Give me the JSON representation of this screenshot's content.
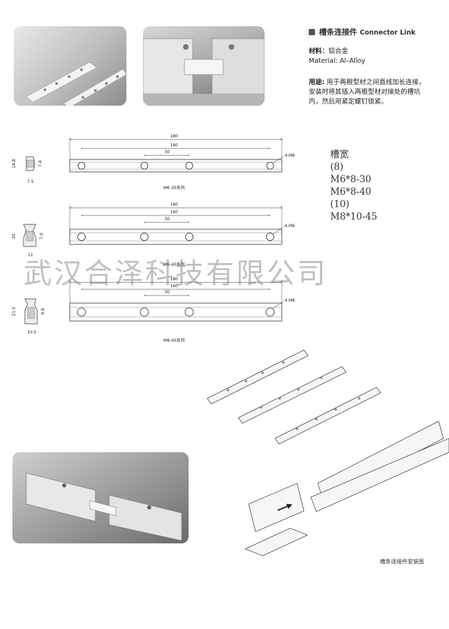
{
  "header": {
    "title_cn": "槽条连接件",
    "title_en": "Connector Link"
  },
  "material": {
    "label_cn": "材料：",
    "value_cn": "铝合金",
    "line_en": "Material: Al–Alloy"
  },
  "usage": {
    "label": "用途:",
    "line1": "用于两根型材之间直线加长连接，",
    "line2": "安装时将其插入两根型材对接处的槽坑",
    "line3": "内，然后用紧定螺钉锁紧。"
  },
  "specs": {
    "title": "槽宽",
    "items": [
      "(8)",
      "M6*8-30",
      "M6*8-40",
      "(10)",
      "M8*10-45"
    ]
  },
  "watermark": "武汉合泽科技有限公司",
  "drawings": [
    {
      "caption": "M6-30系列",
      "dim_total": "180",
      "dim_mid": "160",
      "dim_inner": "30",
      "hole_callout": "4-M6",
      "profile_h": "14.8",
      "profile_w": "7.5",
      "profile_slot": "7.4"
    },
    {
      "caption": "M6-40系列",
      "dim_total": "180",
      "dim_mid": "160",
      "dim_inner": "30",
      "hole_callout": "4-M6",
      "profile_h": "20",
      "profile_w": "11",
      "profile_slot": "7.9"
    },
    {
      "caption": "M8-45系列",
      "dim_total": "180",
      "dim_mid": "160",
      "dim_inner": "30",
      "hole_callout": "4-M8",
      "profile_h": "21.5",
      "profile_w": "10.5",
      "profile_slot": "9.8"
    }
  ],
  "install_caption": "槽条连接件安装图"
}
